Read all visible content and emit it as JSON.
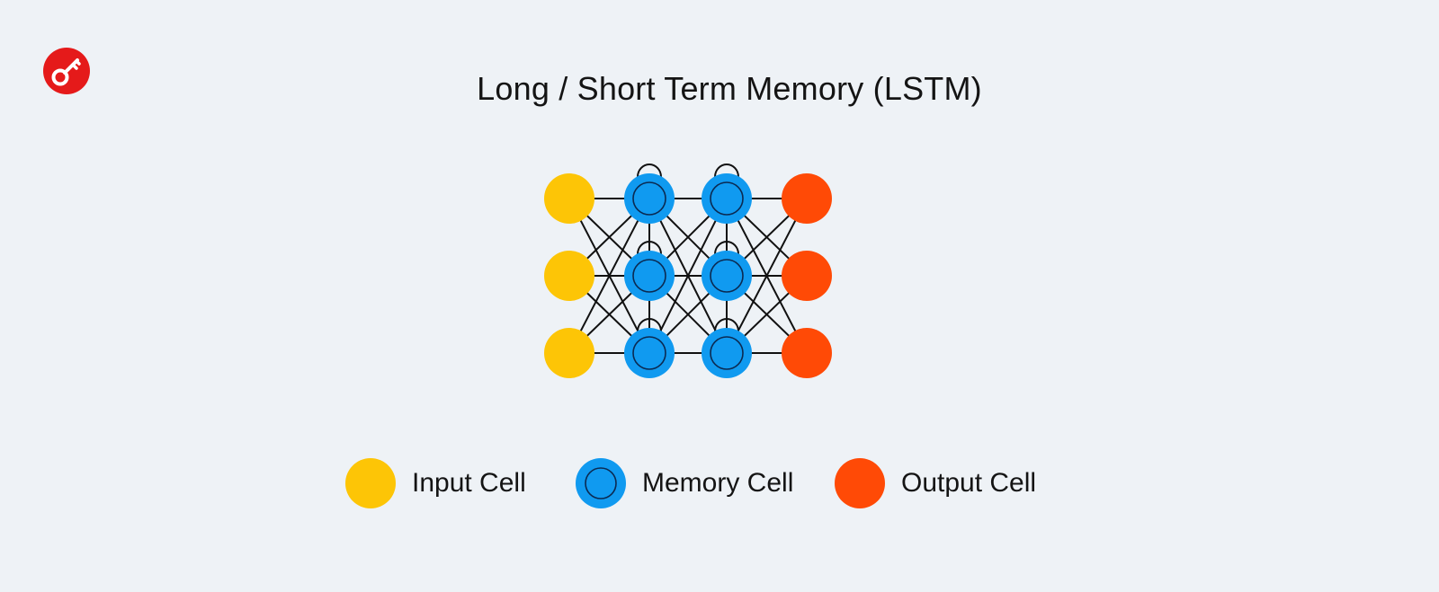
{
  "title": "Long / Short Term Memory (LSTM)",
  "logo": {
    "icon": "key-icon",
    "color": "#e51a1a"
  },
  "colors": {
    "background": "#eef2f6",
    "input": "#fdc506",
    "memory": "#109af0",
    "output": "#ff4a06",
    "edge": "#111111"
  },
  "network": {
    "layers": [
      {
        "name": "input",
        "type": "input",
        "nodes": 3
      },
      {
        "name": "memory-1",
        "type": "memory",
        "nodes": 3
      },
      {
        "name": "memory-2",
        "type": "memory",
        "nodes": 3
      },
      {
        "name": "output",
        "type": "output",
        "nodes": 3
      }
    ],
    "connectivity": "fully-connected between adjacent layers",
    "memory_self_loops": true,
    "memory_vertical_links": true
  },
  "legend": [
    {
      "type": "input",
      "label": "Input Cell"
    },
    {
      "type": "memory",
      "label": "Memory Cell"
    },
    {
      "type": "output",
      "label": "Output Cell"
    }
  ]
}
